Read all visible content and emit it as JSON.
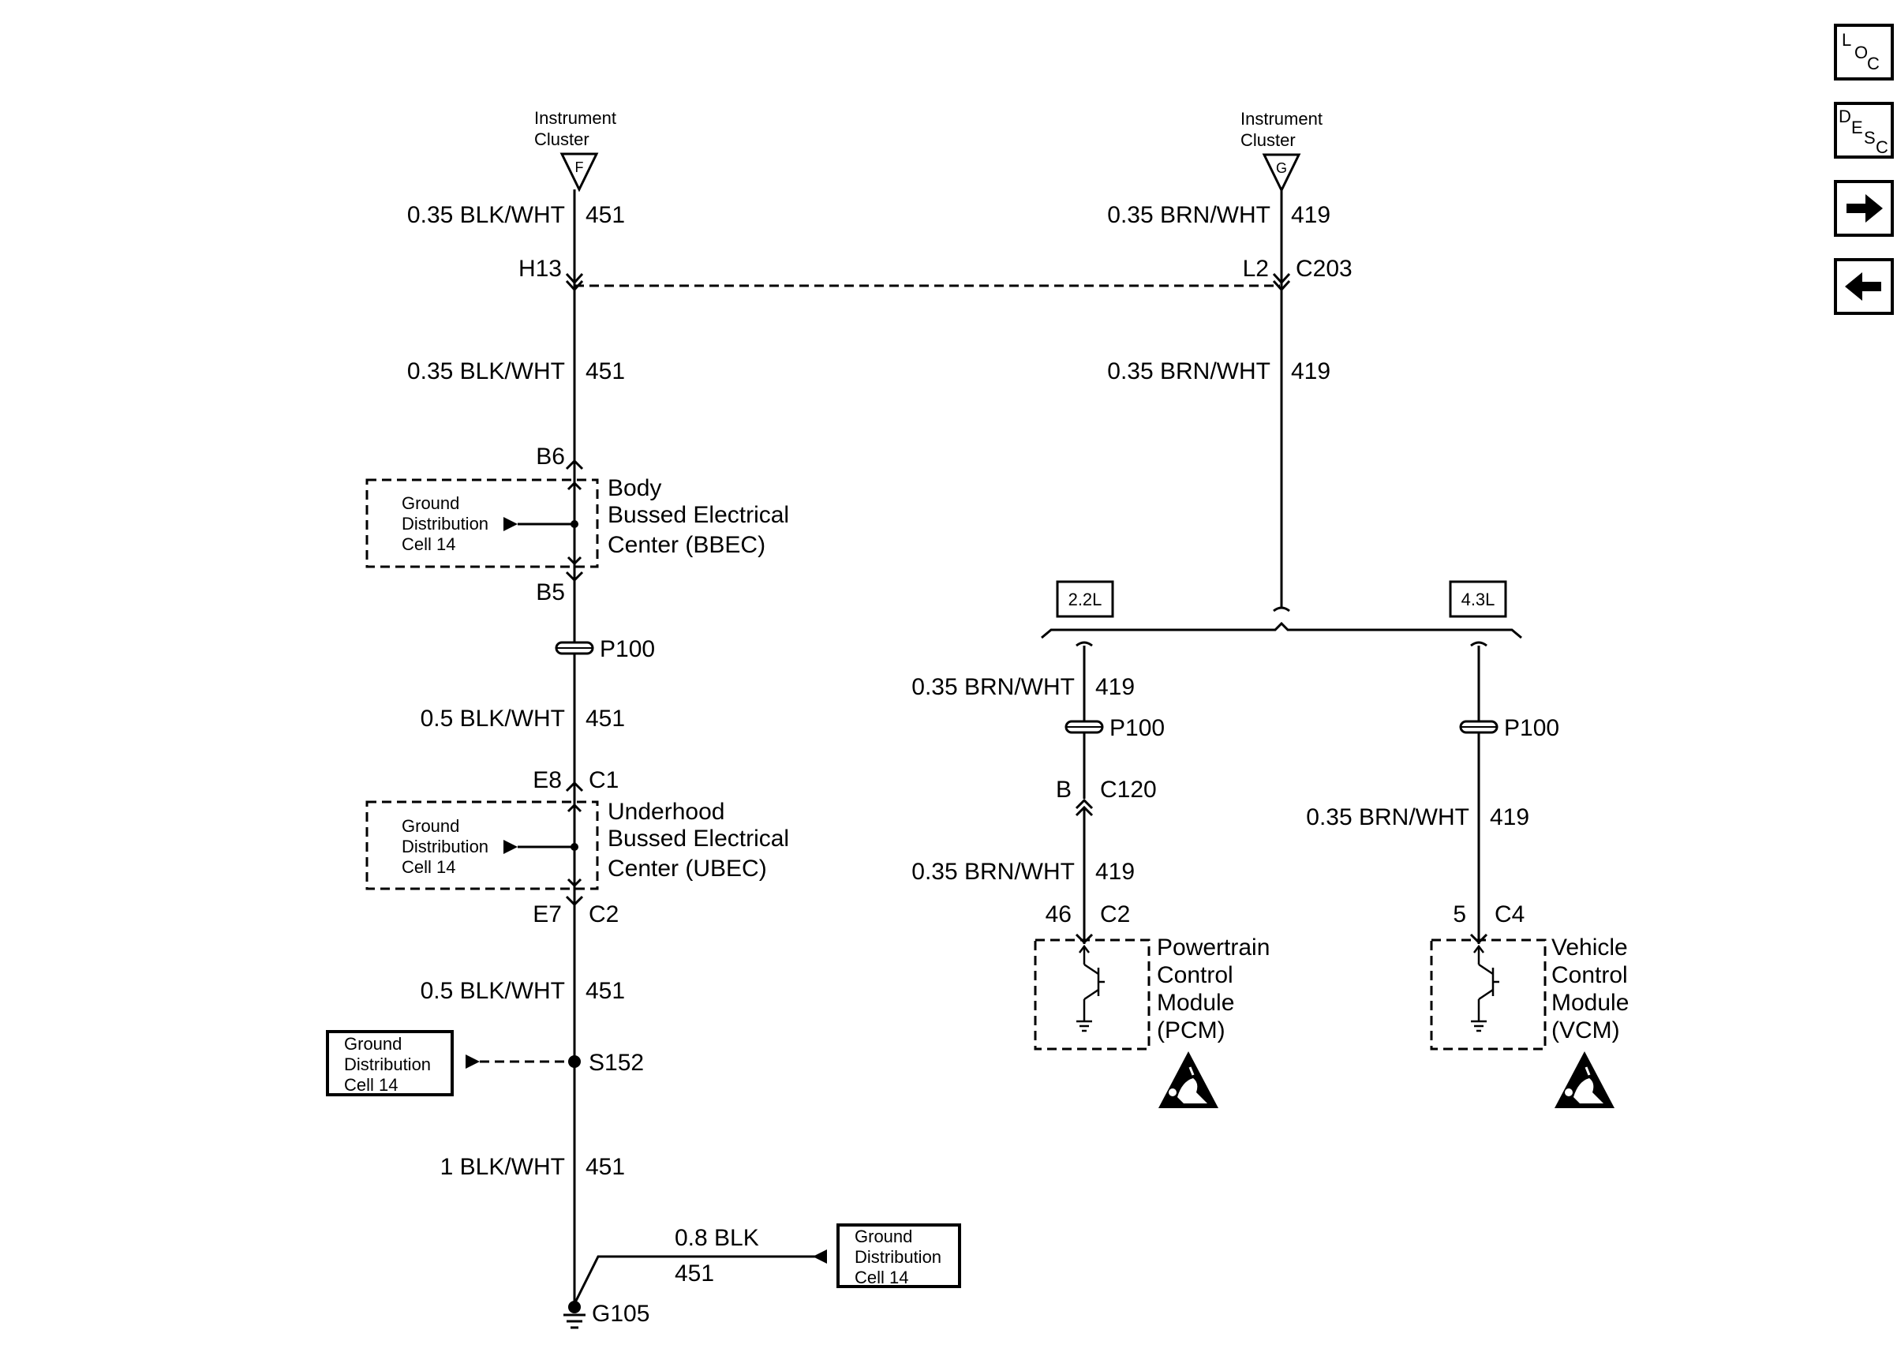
{
  "nav": {
    "loc": {
      "l": "L",
      "o": "O",
      "c": "C"
    },
    "desc": {
      "d": "D",
      "e": "E",
      "s": "S",
      "c": "C"
    },
    "next_icon": "arrow-right-icon",
    "prev_icon": "arrow-left-icon"
  },
  "cluster_f": {
    "label1": "Instrument",
    "label2": "Cluster",
    "pin": "F"
  },
  "cluster_g": {
    "label1": "Instrument",
    "label2": "Cluster",
    "pin": "G"
  },
  "left": {
    "wire1": {
      "gauge": "0.35 BLK/WHT",
      "circuit": "451"
    },
    "h13": "H13",
    "wire2": {
      "gauge": "0.35 BLK/WHT",
      "circuit": "451"
    },
    "b6": "B6",
    "bbec": {
      "line1": "Body",
      "line2": "Bussed Electrical",
      "line3": "Center (BBEC)"
    },
    "gd_bbec": {
      "line1": "Ground",
      "line2": "Distribution",
      "line3": "Cell 14"
    },
    "b5": "B5",
    "p100": "P100",
    "wire3": {
      "gauge": "0.5 BLK/WHT",
      "circuit": "451"
    },
    "e8": "E8",
    "c1": "C1",
    "ubec": {
      "line1": "Underhood",
      "line2": "Bussed Electrical",
      "line3": "Center (UBEC)"
    },
    "gd_ubec": {
      "line1": "Ground",
      "line2": "Distribution",
      "line3": "Cell 14"
    },
    "e7": "E7",
    "c2": "C2",
    "wire4": {
      "gauge": "0.5 BLK/WHT",
      "circuit": "451"
    },
    "gd_s152": {
      "line1": "Ground",
      "line2": "Distribution",
      "line3": "Cell 14"
    },
    "s152": "S152",
    "wire5": {
      "gauge": "1 BLK/WHT",
      "circuit": "451"
    },
    "wire6": {
      "gauge": "0.8 BLK",
      "circuit": "451"
    },
    "gd_g105": {
      "line1": "Ground",
      "line2": "Distribution",
      "line3": "Cell 14"
    },
    "g105": "G105"
  },
  "right": {
    "wire1": {
      "gauge": "0.35 BRN/WHT",
      "circuit": "419"
    },
    "l2": "L2",
    "c203": "C203",
    "wire2": {
      "gauge": "0.35 BRN/WHT",
      "circuit": "419"
    },
    "opt_22": "2.2L",
    "opt_43": "4.3L",
    "pcm_branch": {
      "wire1": {
        "gauge": "0.35 BRN/WHT",
        "circuit": "419"
      },
      "p100": "P100",
      "b": "B",
      "c120": "C120",
      "wire2": {
        "gauge": "0.35 BRN/WHT",
        "circuit": "419"
      },
      "pin": "46",
      "conn": "C2",
      "module": {
        "line1": "Powertrain",
        "line2": "Control",
        "line3": "Module",
        "line4": "(PCM)"
      }
    },
    "vcm_branch": {
      "p100": "P100",
      "wire1": {
        "gauge": "0.35 BRN/WHT",
        "circuit": "419"
      },
      "pin": "5",
      "conn": "C4",
      "module": {
        "line1": "Vehicle",
        "line2": "Control",
        "line3": "Module",
        "line4": "(VCM)"
      }
    },
    "esd_icon": "esd-warning-icon"
  }
}
